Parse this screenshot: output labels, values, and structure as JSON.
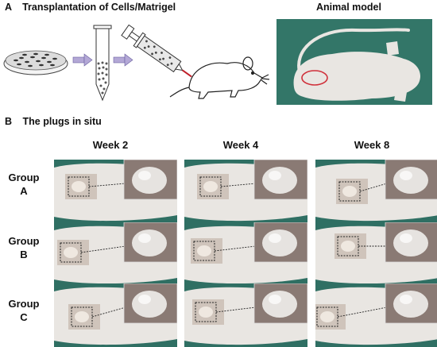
{
  "panel_a": {
    "letter": "A",
    "title": "Transplantation of Cells/Matrigel",
    "animal_model_title": "Animal model"
  },
  "panel_b": {
    "letter": "B",
    "title": "The plugs in situ",
    "weeks": [
      "Week 2",
      "Week 4",
      "Week 8"
    ],
    "groups": [
      {
        "line1": "Group",
        "line2": "A"
      },
      {
        "line1": "Group",
        "line2": "B"
      },
      {
        "line1": "Group",
        "line2": "C"
      }
    ]
  },
  "colors": {
    "green_cloth": "#2f6f63",
    "mouse_skin": "#e9e6e2",
    "plug_box": "#222222",
    "circle_mark": "#d0303a",
    "arrow": "#b3a8d6"
  }
}
